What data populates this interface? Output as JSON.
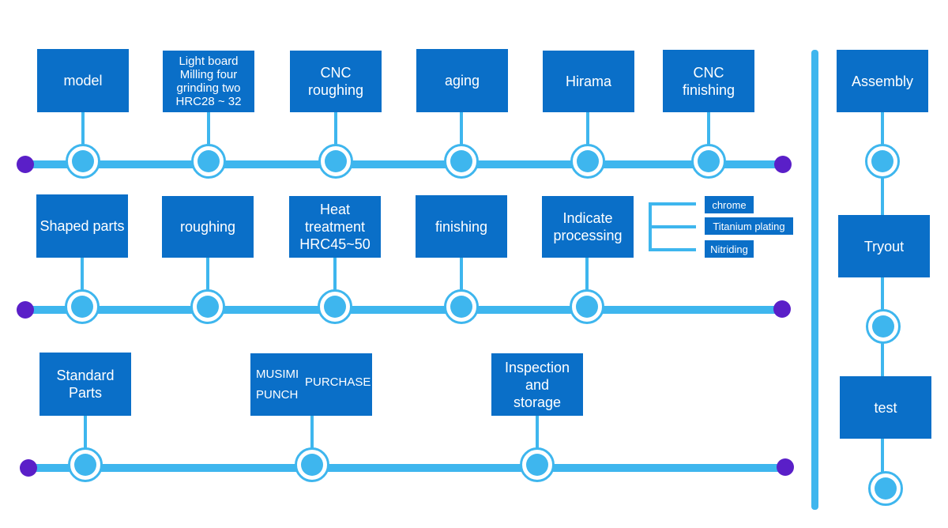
{
  "colors": {
    "box": "#0a6fc8",
    "line": "#3eb6ee",
    "endpoint": "#5a1fc8"
  },
  "row1": {
    "model": "model",
    "light_board": [
      "Light board",
      "Milling four",
      "grinding two",
      "HRC28 ~ 32"
    ],
    "cnc_roughing": [
      "CNC",
      "roughing"
    ],
    "aging": "aging",
    "hirama": "Hirama",
    "cnc_finishing": [
      "CNC",
      "finishing"
    ]
  },
  "row2": {
    "shaped_parts": "Shaped parts",
    "roughing": "roughing",
    "heat_treatment": [
      "Heat",
      "treatment",
      "HRC45~50"
    ],
    "finishing": "finishing",
    "indicate_processing": [
      "Indicate",
      "processing"
    ],
    "surface_options": [
      "chrome",
      "Titanium plating",
      "Nitriding"
    ]
  },
  "row3": {
    "standard_parts": [
      "Standard",
      "Parts"
    ],
    "musimi": [
      "MUSIMI",
      "PUNCH"
    ],
    "purchase": "PURCHASE",
    "inspection": [
      "Inspection",
      "and",
      "storage"
    ]
  },
  "right": {
    "assembly": "Assembly",
    "tryout": "Tryout",
    "test": "test"
  }
}
